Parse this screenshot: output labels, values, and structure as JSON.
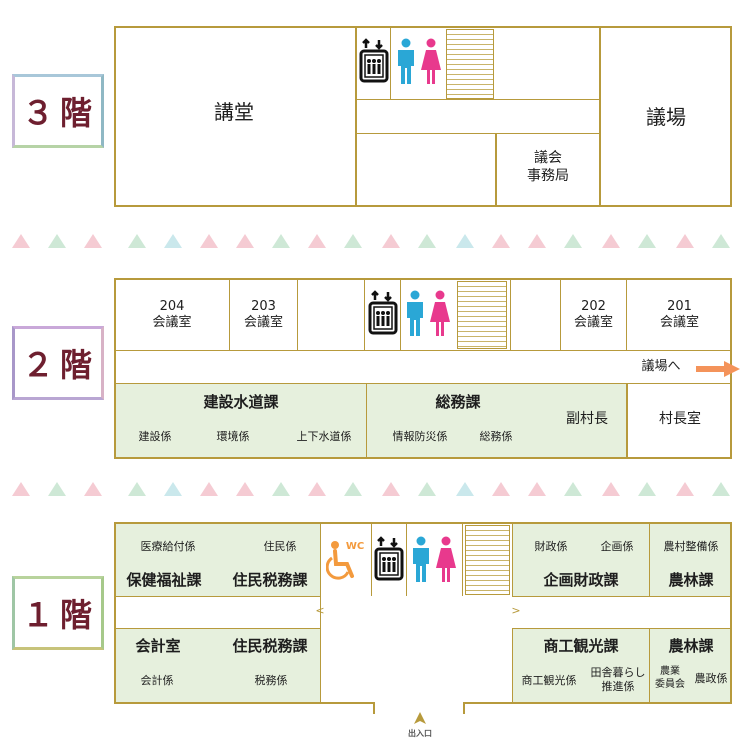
{
  "floors": {
    "f3": {
      "label": "３階",
      "rooms": {
        "kodo": "講堂",
        "gijo": "議場",
        "jimukyoku": "議会\n事務局"
      }
    },
    "f2": {
      "label": "２階",
      "rooms": {
        "r204": "204\n会議室",
        "r203": "203\n会議室",
        "r202": "202\n会議室",
        "r201": "201\n会議室",
        "to_gijo": "議場へ",
        "kensetsu": "建設水道課",
        "kensetsu_kakari": "建設係",
        "kankyo": "環境係",
        "jogesuido": "上下水道係",
        "somu": "総務課",
        "joho": "情報防災係",
        "somu_kakari": "総務係",
        "fukusoncho": "副村長",
        "sonchoshitsu": "村長室"
      }
    },
    "f1": {
      "label": "１階",
      "rooms": {
        "iryo": "医療給付係",
        "jumin_kakari": "住民係",
        "hoken": "保健福祉課",
        "jumin_zeimu_top": "住民税務課",
        "wc": "WC",
        "zaisei": "財政係",
        "kikaku_kakari": "企画係",
        "noson": "農村整備係",
        "kikaku_zaisei": "企画財政課",
        "norin_top": "農林課",
        "kaikei": "会計室",
        "jumin_zeimu_bottom": "住民税務課",
        "kaikei_kakari": "会計係",
        "zeimu": "税務係",
        "shoko": "商工観光課",
        "norin_bottom": "農林課",
        "shoko_kakari": "商工観光係",
        "inaka": "田舎暮らし\n推進係",
        "nogyo": "農業\n委員会",
        "norin_kakari": "農政係",
        "entrance": "出入口"
      }
    }
  },
  "colors": {
    "wall": "#b79a3c",
    "floor_label": "#6e1f2f",
    "office_green": "#e6f0dd",
    "male": "#2aa7d6",
    "female": "#e8398d",
    "wheelchair": "#f39a3d",
    "arrow": "#f4935a"
  },
  "icons": [
    "elevator-icon",
    "male-restroom-icon",
    "female-restroom-icon",
    "wheelchair-icon",
    "stairs-icon",
    "arrow-right-icon",
    "entrance-arrow-icon"
  ]
}
